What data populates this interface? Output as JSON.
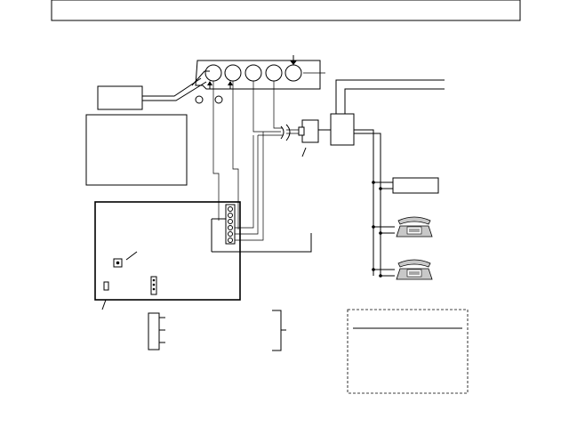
{
  "colors": {
    "line": "#000000",
    "background": "#ffffff",
    "phone_fill": "#c8c8c8",
    "module_fill": "#d9d9d9"
  },
  "icons": {
    "phone_1": "telephone-icon",
    "phone_2": "telephone-icon",
    "jack": "phone-jack-icon",
    "arrow": "arrow-down-icon"
  },
  "diagram": {
    "terminal_block_positions": 5,
    "panel_terminal_count": 6,
    "phones_count": 2
  }
}
